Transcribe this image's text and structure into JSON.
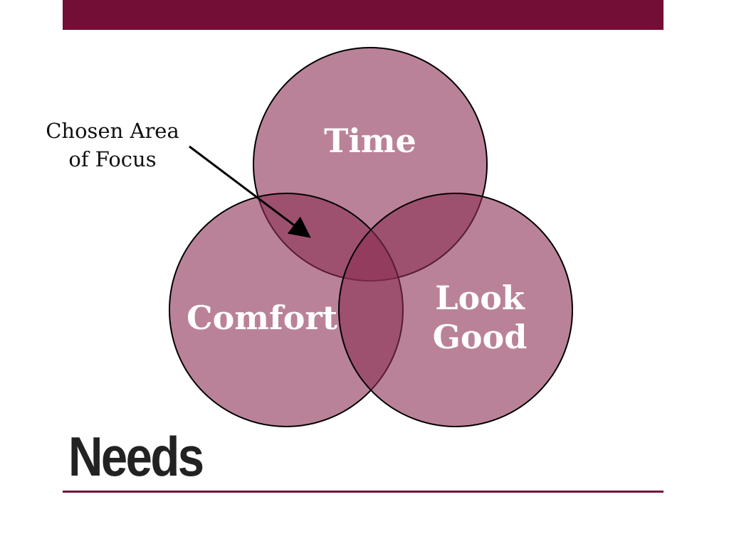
{
  "slide": {
    "title": "Needs",
    "accent_color": "#730f37"
  },
  "venn": {
    "sets": [
      {
        "id": "time",
        "label_lines": [
          "Time"
        ]
      },
      {
        "id": "comfort",
        "label_lines": [
          "Comfort"
        ]
      },
      {
        "id": "look-good",
        "label_lines": [
          "Look",
          "Good"
        ]
      }
    ],
    "fill_color": "#8c2f53",
    "stroke_color": "#000000"
  },
  "callout": {
    "lines": [
      "Chosen Area",
      "of Focus"
    ],
    "points_to": [
      "time",
      "comfort"
    ]
  }
}
